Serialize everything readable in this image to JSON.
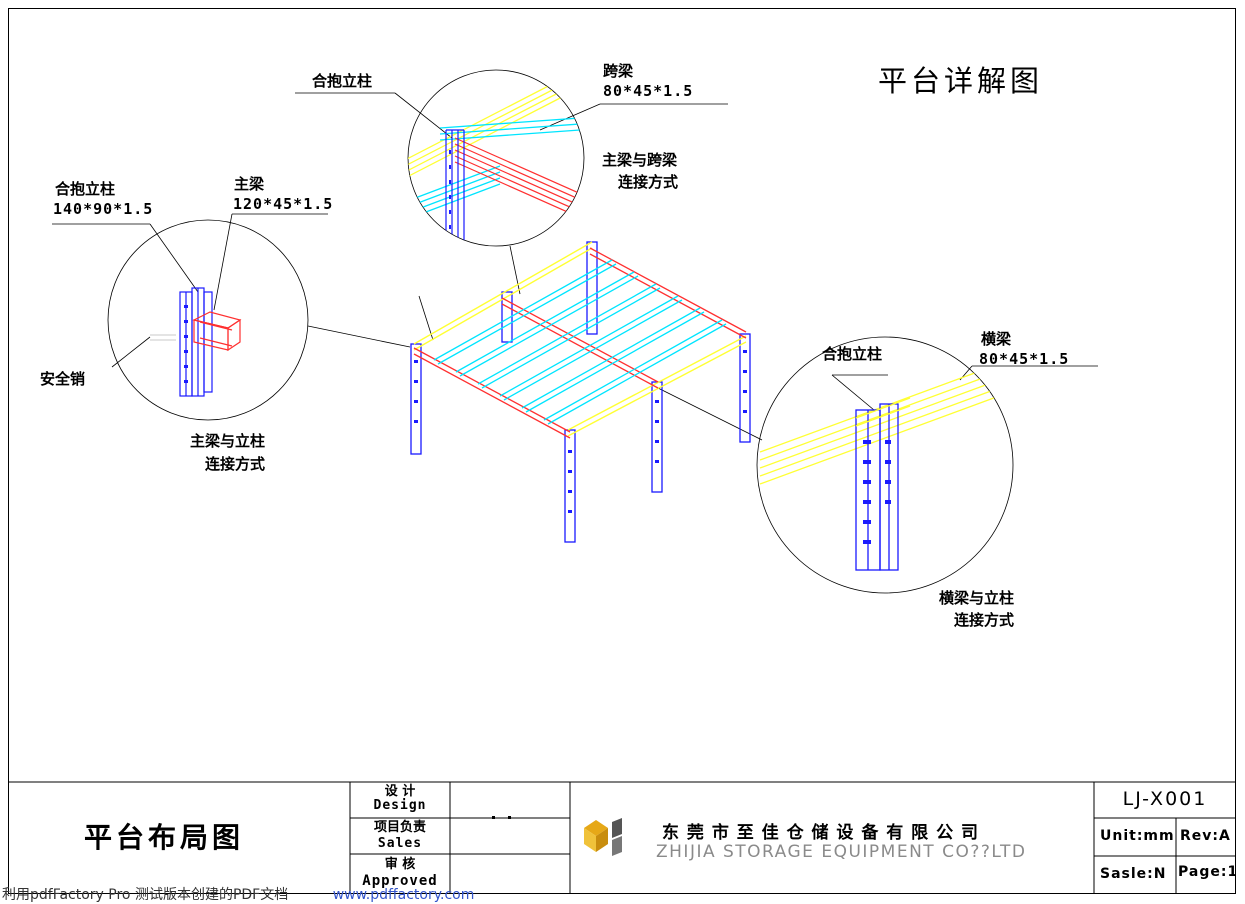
{
  "drawing": {
    "title": "平台详解图",
    "callouts": {
      "top": {
        "column_label": "合抱立柱",
        "beam_name": "跨梁",
        "beam_spec": "80*45*1.5",
        "caption_line1": "主梁与跨梁",
        "caption_line2": "连接方式"
      },
      "left": {
        "column_label": "合抱立柱",
        "column_spec": "140*90*1.5",
        "beam_name": "主梁",
        "beam_spec": "120*45*1.5",
        "pin_label": "安全销",
        "caption_line1": "主梁与立柱",
        "caption_line2": "连接方式"
      },
      "right": {
        "column_label": "合抱立柱",
        "beam_name": "横梁",
        "beam_spec": "80*45*1.5",
        "caption_line1": "横梁与立柱",
        "caption_line2": "连接方式"
      }
    },
    "colors": {
      "column": "#1a1aff",
      "main_beam": "#ff3030",
      "span_beam": "#00e5ff",
      "cross_beam": "#ffff33"
    }
  },
  "title_block": {
    "drawing_name": "平台布局图",
    "design_cn": "设 计",
    "design_en": "Design",
    "manager_cn": "项目负责",
    "manager_en": "Sales",
    "approve_cn": "审 核",
    "approve_en": "Approved",
    "company_cn": "东 莞 市 至 佳 仓 储 设 备 有 限 公 司",
    "company_en": "ZHIJIA STORAGE EQUIPMENT CO??LTD",
    "drawing_no": "LJ-X001",
    "unit": "Unit:mm",
    "rev": "Rev:A",
    "scale": "Sasle:N",
    "page": "Page:1",
    "logo_colors": [
      "#e6a817",
      "#555555"
    ]
  },
  "footer": {
    "note": "利用pdfFactory Pro 测试版本创建的PDF文档",
    "link": "www.pdffactory.com"
  }
}
